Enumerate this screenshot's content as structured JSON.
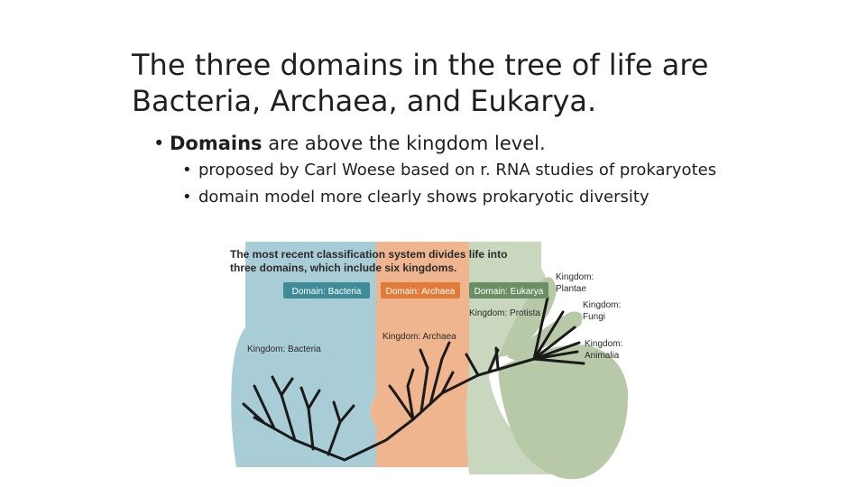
{
  "slide": {
    "title_line1": "The three domains in the tree of life are",
    "title_line2": "Bacteria, Archaea, and Eukarya.",
    "bullet1_bold": "Domains",
    "bullet1_rest": " are above the kingdom level.",
    "sub_bullets": [
      "proposed by Carl Woese based on r. RNA studies of prokaryotes",
      "domain model more clearly shows prokaryotic diversity"
    ]
  },
  "figure": {
    "caption_line1": "The most recent classification system divides life into",
    "caption_line2": "three domains, which include six kingdoms.",
    "domains": {
      "bacteria": "Domain: Bacteria",
      "archaea": "Domain: Archaea",
      "eukarya": "Domain: Eukarya"
    },
    "kingdoms": {
      "bacteria": "Kingdom: Bacteria",
      "archaea": "Kingdom: Archaea",
      "protista": "Kingdom: Protista",
      "plantae_line1": "Kingdom:",
      "plantae_line2": "Plantae",
      "fungi_line1": "Kingdom:",
      "fungi_line2": "Fungi",
      "animalia_line1": "Kingdom:",
      "animalia_line2": "Animalia"
    },
    "colors": {
      "bacteria_region": "#a9cdd6",
      "archaea_region": "#eeb58f",
      "eukarya_region": "#c9d7bf",
      "eukarya_branch": "#b8c9a8",
      "bacteria_label": "#3f8b97",
      "archaea_label": "#e07b3a",
      "eukarya_label": "#6a8f63"
    }
  }
}
